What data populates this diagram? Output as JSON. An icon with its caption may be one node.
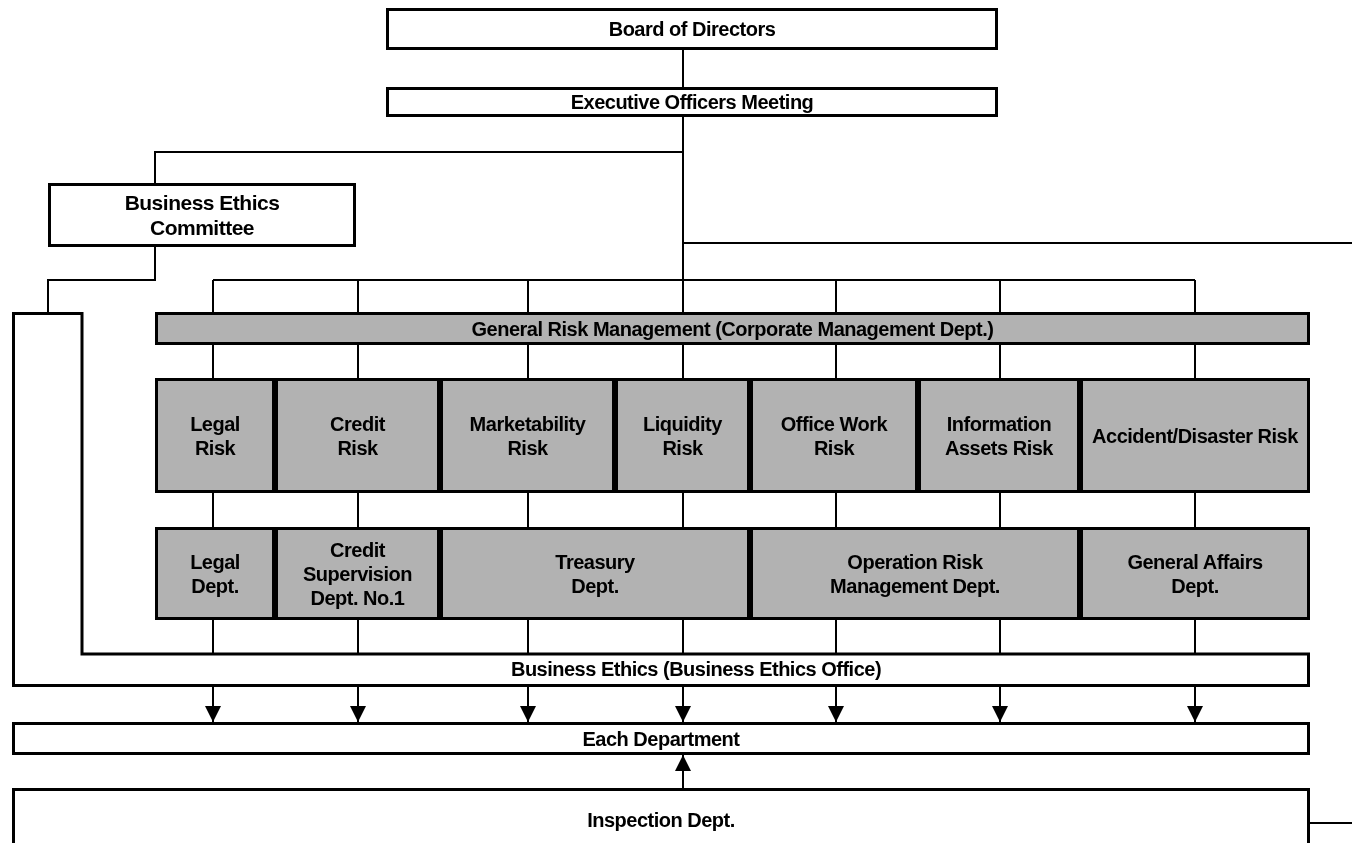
{
  "diagram": {
    "nodes": [
      {
        "text": [
          "Board of Directors"
        ]
      },
      {
        "text": [
          "Executive Officers Meeting"
        ]
      },
      {
        "text": [
          "Business Ethics Committee"
        ]
      },
      {
        "text": [
          "General Risk Management (Corporate Management Dept.)"
        ]
      },
      {
        "text": [
          "Legal Risk"
        ]
      },
      {
        "text": [
          "Credit Risk"
        ]
      },
      {
        "text": [
          "Marketability Risk"
        ]
      },
      {
        "text": [
          "Liquidity Risk"
        ]
      },
      {
        "text": [
          "Office Work Risk"
        ]
      },
      {
        "text": [
          "Information Assets Risk"
        ]
      },
      {
        "text": [
          "Accident/Disaster Risk"
        ]
      },
      {
        "text": [
          "Legal Dept."
        ]
      },
      {
        "text": [
          "Credit Supervision Dept. No.1"
        ]
      },
      {
        "text": [
          "Treasury Dept."
        ]
      },
      {
        "text": [
          "Operation Risk Management Dept."
        ]
      },
      {
        "text": [
          "General Affairs Dept."
        ]
      },
      {
        "text": [
          "Business Ethics (Business Ethics Office)"
        ]
      },
      {
        "text": [
          "Each Department"
        ]
      },
      {
        "text": [
          "Inspection Dept."
        ]
      }
    ],
    "edges": [
      {
        "from": 0,
        "to": 1,
        "arrow": "none"
      },
      {
        "from": 1,
        "to": 2,
        "arrow": "none"
      },
      {
        "from": 1,
        "to": null,
        "arrow": "none"
      },
      {
        "from": 1,
        "to": 3,
        "arrow": "none"
      },
      {
        "from": 3,
        "to": 4,
        "arrow": "none"
      },
      {
        "from": 3,
        "to": 5,
        "arrow": "none"
      },
      {
        "from": 3,
        "to": 6,
        "arrow": "none"
      },
      {
        "from": 3,
        "to": 7,
        "arrow": "none"
      },
      {
        "from": 3,
        "to": 8,
        "arrow": "none"
      },
      {
        "from": 3,
        "to": 9,
        "arrow": "none"
      },
      {
        "from": 3,
        "to": 10,
        "arrow": "none"
      },
      {
        "from": 4,
        "to": 11,
        "arrow": "none"
      },
      {
        "from": 5,
        "to": 12,
        "arrow": "none"
      },
      {
        "from": 6,
        "to": 13,
        "arrow": "none"
      },
      {
        "from": 7,
        "to": 13,
        "arrow": "none"
      },
      {
        "from": 8,
        "to": 14,
        "arrow": "none"
      },
      {
        "from": 9,
        "to": 14,
        "arrow": "none"
      },
      {
        "from": 10,
        "to": 15,
        "arrow": "none"
      },
      {
        "from": 11,
        "to": 16,
        "arrow": "none"
      },
      {
        "from": 12,
        "to": 16,
        "arrow": "none"
      },
      {
        "from": 13,
        "to": 16,
        "arrow": "none"
      },
      {
        "from": 13,
        "to": 16,
        "arrow": "none"
      },
      {
        "from": 14,
        "to": 16,
        "arrow": "none"
      },
      {
        "from": 14,
        "to": 16,
        "arrow": "none"
      },
      {
        "from": 15,
        "to": 16,
        "arrow": "none"
      },
      {
        "from": 2,
        "to": 16,
        "arrow": "none"
      },
      {
        "from": 16,
        "to": 17,
        "arrow": "to"
      },
      {
        "from": 16,
        "to": 17,
        "arrow": "to"
      },
      {
        "from": 16,
        "to": 17,
        "arrow": "to"
      },
      {
        "from": 16,
        "to": 17,
        "arrow": "to"
      },
      {
        "from": 16,
        "to": 17,
        "arrow": "to"
      },
      {
        "from": 16,
        "to": 17,
        "arrow": "to"
      },
      {
        "from": 16,
        "to": 17,
        "arrow": "to"
      },
      {
        "from": 18,
        "to": 17,
        "arrow": "to"
      },
      {
        "from": 18,
        "to": null,
        "arrow": "none"
      }
    ]
  }
}
